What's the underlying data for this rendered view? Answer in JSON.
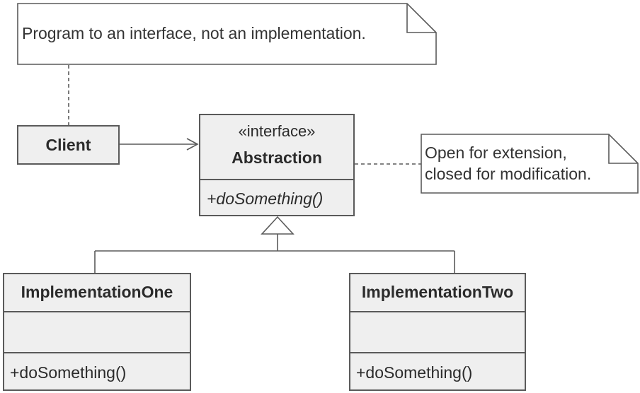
{
  "notes": {
    "interface_note": "Program to an interface, not an implementation.",
    "open_closed_note_line1": "Open for extension,",
    "open_closed_note_line2": "closed for modification."
  },
  "classes": {
    "client": {
      "name": "Client"
    },
    "abstraction": {
      "stereotype": "«interface»",
      "name": "Abstraction",
      "operation": "+doSomething()"
    },
    "implementation_one": {
      "name": "ImplementationOne",
      "operation": "+doSomething()"
    },
    "implementation_two": {
      "name": "ImplementationTwo",
      "operation": "+doSomething()"
    }
  },
  "colors": {
    "box_fill": "#efefef",
    "stroke": "#5a5a5a",
    "text": "#2b2b2b"
  }
}
